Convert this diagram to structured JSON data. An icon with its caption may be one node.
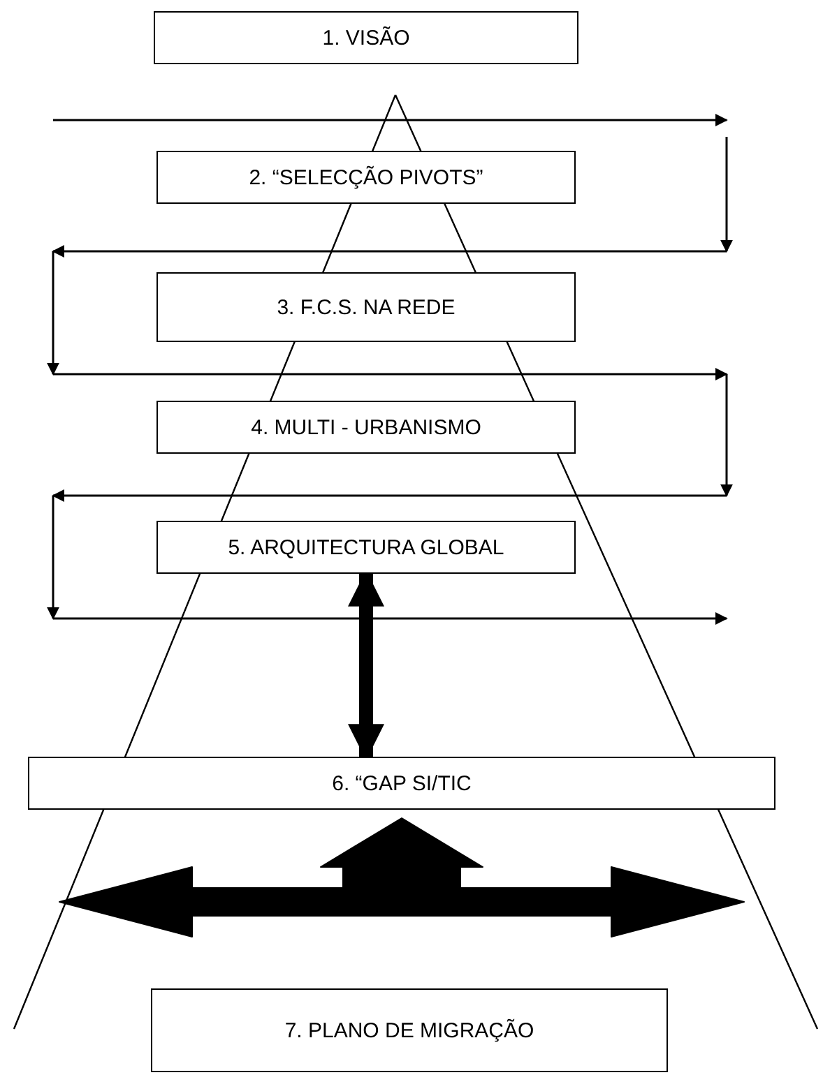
{
  "diagram": {
    "nodes": [
      {
        "text": [
          "1. VISÃO"
        ]
      },
      {
        "text": [
          "2. “SELECÇÃO PIVOTS”"
        ]
      },
      {
        "text": [
          "3. F.C.S. NA REDE"
        ]
      },
      {
        "text": [
          "4. MULTI - URBANISMO"
        ]
      },
      {
        "text": [
          "5. ARQUITECTURA GLOBAL"
        ]
      },
      {
        "text": [
          "6. “GAP SI/TIC"
        ]
      },
      {
        "text": [
          "7. PLANO DE MIGRAÇÃO"
        ]
      }
    ],
    "edges": [
      {
        "from": 4,
        "to": 5,
        "arrow": "both"
      },
      {
        "from": null,
        "to": 5,
        "arrow": "to"
      }
    ]
  }
}
